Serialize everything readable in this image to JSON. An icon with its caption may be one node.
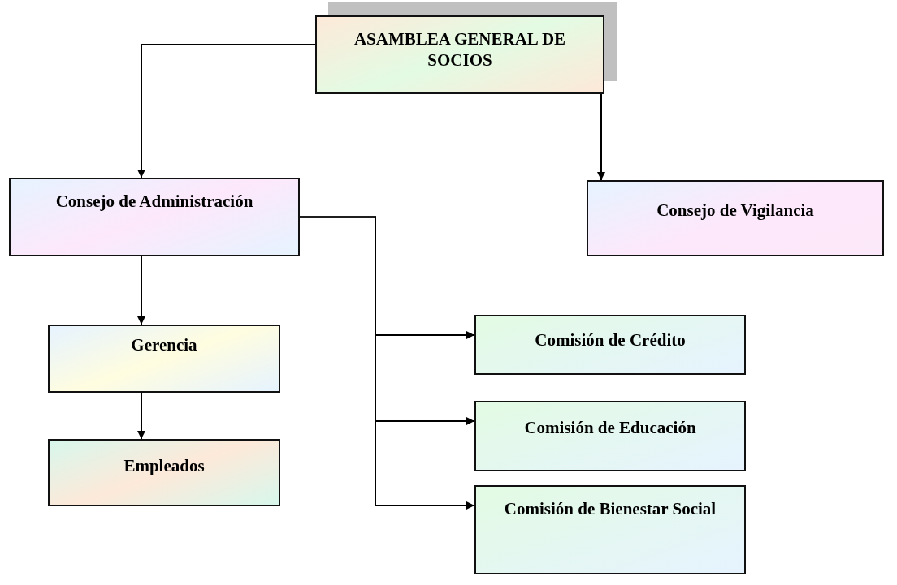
{
  "diagram": {
    "nodes": [
      {
        "text": [
          "ASAMBLEA GENERAL DE SOCIOS"
        ]
      },
      {
        "text": [
          "Consejo de Administración"
        ]
      },
      {
        "text": [
          "Consejo de Vigilancia"
        ]
      },
      {
        "text": [
          "Gerencia"
        ]
      },
      {
        "text": [
          "Empleados"
        ]
      },
      {
        "text": [
          "Comisión de Crédito"
        ]
      },
      {
        "text": [
          "Comisión de Educación"
        ]
      },
      {
        "text": [
          "Comisión de Bienestar Social"
        ]
      }
    ],
    "edges": [
      {
        "from": 0,
        "to": 1,
        "arrow": "to"
      },
      {
        "from": 0,
        "to": 2,
        "arrow": "to"
      },
      {
        "from": 1,
        "to": 3,
        "arrow": "to"
      },
      {
        "from": 3,
        "to": 4,
        "arrow": "to"
      },
      {
        "from": 1,
        "to": 5,
        "arrow": "to"
      },
      {
        "from": 1,
        "to": 6,
        "arrow": "to"
      },
      {
        "from": 1,
        "to": 7,
        "arrow": "to"
      }
    ]
  }
}
